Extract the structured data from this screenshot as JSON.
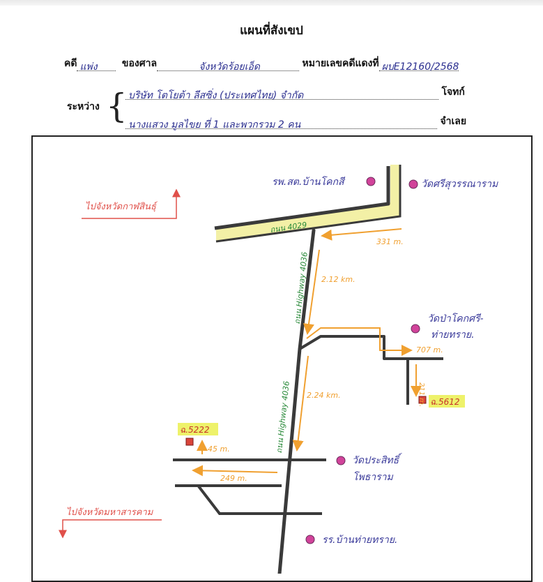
{
  "header": {
    "title": "แผนที่สังเขป"
  },
  "case_line": {
    "case_label": "คดี",
    "case_type": "แพ่ง",
    "court_label": "ของศาล",
    "court_value": "จังหวัดร้อยเอ็ด",
    "number_label": "หมายเลขคดีแดงที่",
    "number_value": "ผบE12160/2568"
  },
  "parties": {
    "between_label": "ระหว่าง",
    "plaintiff_value": "บริษัท โตโยต้า ลีสซิ่ง (ประเทศไทย) จำกัด",
    "plaintiff_label": "โจทก์",
    "defendant_value": "นางแสวง  มูลไขย  ที่ 1 และพวกรวม 2 คน",
    "defendant_label": "จำเลย"
  },
  "map": {
    "road_top_label": "ถนน 4029",
    "road_vertical_top_label": "ถนน Highway 4036",
    "road_vertical_bottom_label": "ถนน Highway 4036",
    "dist_331": "331 m.",
    "dist_212": "2.12 km.",
    "dist_707": "707 m.",
    "dist_211": "211 m.",
    "dist_224": "2.24 km.",
    "dist_45": "45 m.",
    "dist_249": "249 m.",
    "direction_top": "ไปจังหวัดกาฬสินธุ์",
    "direction_bottom": "ไปจังหวัดมหาสารคาม",
    "landmark_school_top": "รพ.สต.บ้านโคกสี",
    "landmark_temple_top": "วัดศรีสุวรรณาราม",
    "landmark_temple_mid": "วัดป่าโคกศรี-",
    "landmark_temple_mid2": "ท่ายทราย.",
    "landmark_temple_low": "วัดประสิทธิ์",
    "landmark_temple_low2": "โพธาราม",
    "landmark_school_bottom": "รร.บ้านท่ายทราย.",
    "marker_right": "ฉ.5612",
    "marker_left": "ฉ.5222"
  },
  "colors": {
    "road": "#3a3a3a",
    "road_highlight": "#f3f0a6",
    "distance": "#f0a030",
    "road_label": "#2a8a3a",
    "direction": "#e0504a",
    "landmark_text": "#3a3a9a",
    "landmark_dot": "#d1439a",
    "marker": "#d9443a",
    "marker_bg": "#eef26a"
  }
}
